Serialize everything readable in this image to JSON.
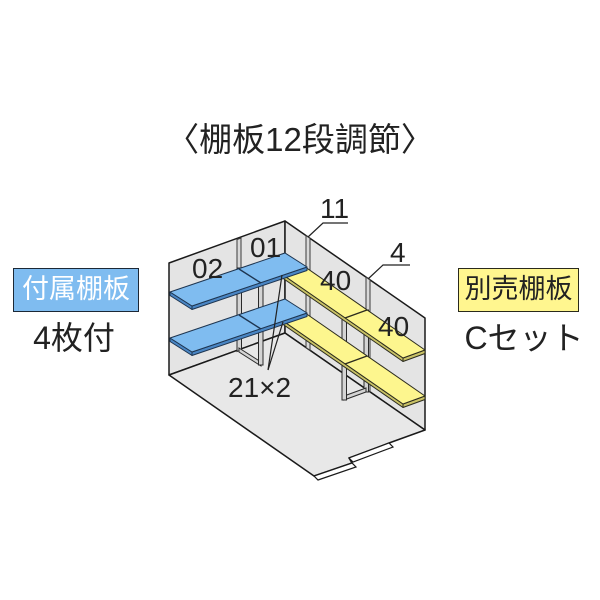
{
  "title": "〈棚板12段調節〉",
  "included_shelves": {
    "badge": "付属棚板",
    "count": "4枚付",
    "badge_color": "#7fbcf0"
  },
  "optional_shelves": {
    "badge": "別売棚板",
    "set": "Cセット",
    "badge_color": "#fff68f"
  },
  "diagram": {
    "labels": {
      "shelf_02": "02",
      "shelf_01": "01",
      "part_11": "11",
      "part_4": "4",
      "shelf_40_upper": "40",
      "shelf_40_lower": "40",
      "bracket_21x2": "21×2"
    },
    "colors": {
      "included_shelf": "#7fbcf0",
      "optional_shelf": "#fdf68e",
      "wall": "#e4e4e4",
      "floor": "#e8e8e8",
      "outline": "#1a1a1a"
    }
  }
}
